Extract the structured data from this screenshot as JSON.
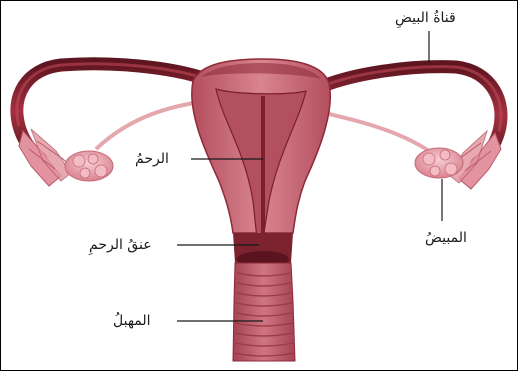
{
  "labels": {
    "fallopian_tube": "قناةُ البيضِ",
    "uterus": "الرحمُ",
    "ovary": "المبيضُ",
    "cervix": "عنقُ الرحمِ",
    "vagina": "المهبلُ"
  },
  "colors": {
    "tube_outer": "#7a1f2b",
    "tube_inner": "#b33a4a",
    "uterus_wall": "#c96a77",
    "uterus_cavity": "#8e2a38",
    "ovary": "#e7a3ae",
    "ligament": "#e4a7ae",
    "leader": "#1a1a1a"
  }
}
